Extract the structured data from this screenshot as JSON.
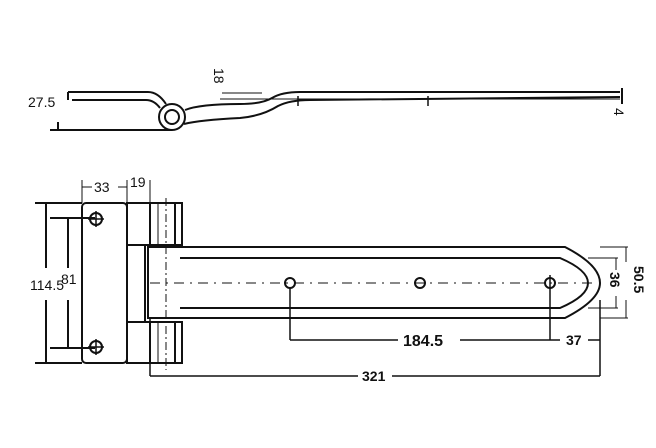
{
  "diagram": {
    "top_view": {
      "dims": {
        "height_left": "27.5",
        "offset": "18",
        "tip": "4"
      }
    },
    "bottom_view": {
      "dims": {
        "leaf_height": "114.5",
        "hole_spacing_vertical": "81",
        "leaf_width": "33",
        "knuckle_width": "19",
        "hole_spacing": "184.5",
        "end_to_hole": "37",
        "total_length": "321",
        "strap_inner_width": "36",
        "strap_width": "50.5"
      }
    },
    "colors": {
      "line": "#111111",
      "background": "#ffffff"
    }
  }
}
